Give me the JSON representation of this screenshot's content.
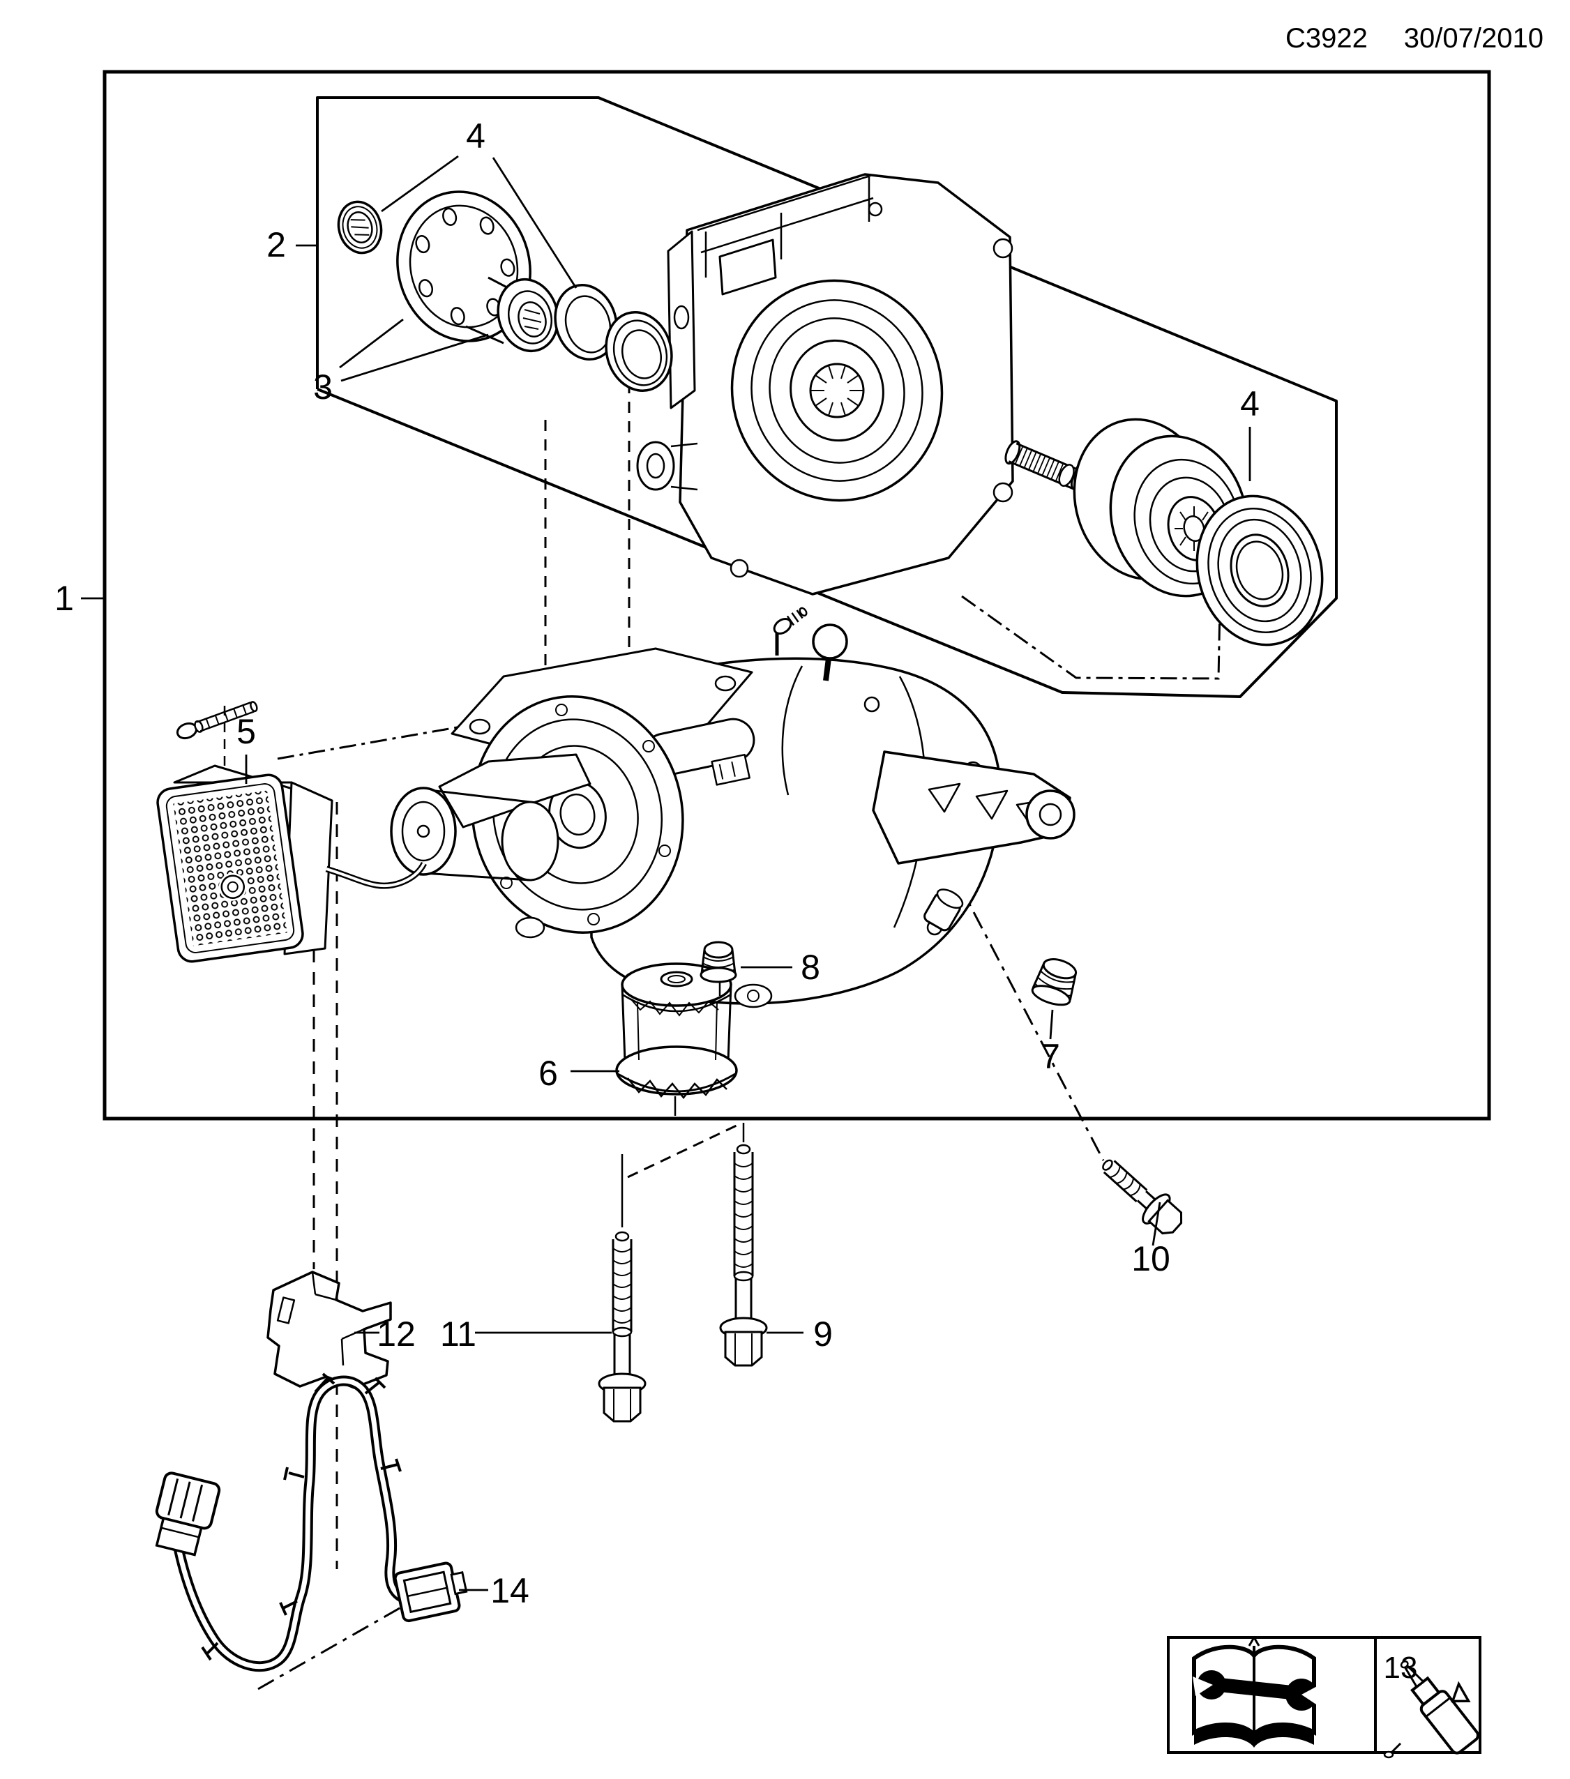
{
  "header": {
    "code": "C3922",
    "date": "30/07/2010"
  },
  "callouts": {
    "c1": {
      "label": "1"
    },
    "c2": {
      "label": "2"
    },
    "c3": {
      "label": "3"
    },
    "c4a": {
      "label": "4"
    },
    "c4b": {
      "label": "4"
    },
    "c5": {
      "label": "5"
    },
    "c6": {
      "label": "6"
    },
    "c7": {
      "label": "7"
    },
    "c8": {
      "label": "8"
    },
    "c9": {
      "label": "9"
    },
    "c10": {
      "label": "10"
    },
    "c11": {
      "label": "11"
    },
    "c12": {
      "label": "12"
    },
    "c13": {
      "label": "13"
    },
    "c14": {
      "label": "14"
    }
  },
  "legend": {
    "items": [
      {
        "name": "service-manual-reference",
        "icon": "book-wrench-icon",
        "label": ""
      },
      {
        "name": "sealant-reference",
        "icon": "sealant-bottle-icon",
        "label": "13"
      }
    ]
  },
  "colors": {
    "line": "#000000",
    "background": "#ffffff"
  }
}
